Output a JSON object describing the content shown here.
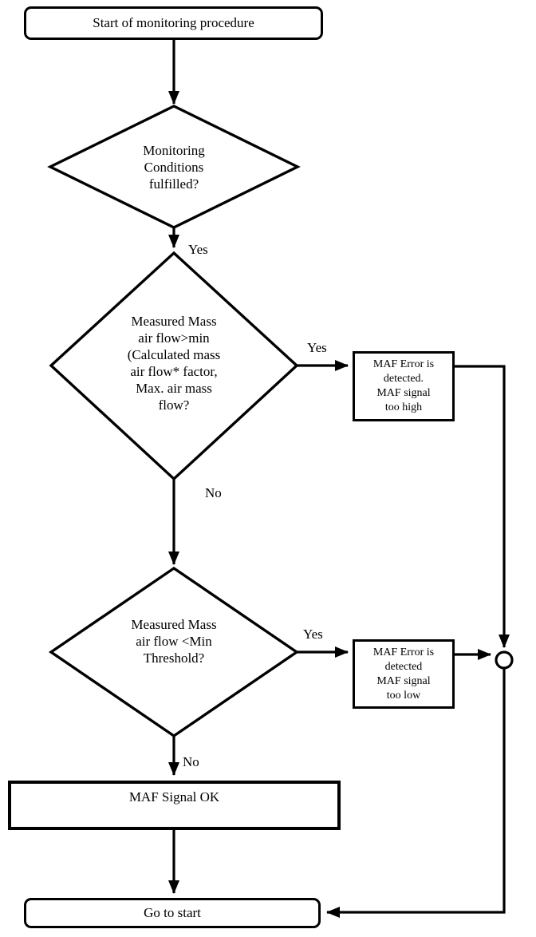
{
  "flowchart": {
    "colors": {
      "line": "#000000",
      "background": "#ffffff",
      "text": "#000000"
    },
    "nodes": {
      "start": {
        "type": "terminator",
        "label": "Start of monitoring procedure"
      },
      "decision_conditions": {
        "type": "decision",
        "label": "Monitoring\nConditions\nfulfilled?"
      },
      "decision_flow_high": {
        "type": "decision",
        "label": "Measured Mass\nair flow>min\n(Calculated mass\nair flow* factor,\nMax. air mass\nflow?"
      },
      "error_high": {
        "type": "process",
        "label": "MAF Error is\ndetected.\nMAF signal\ntoo high"
      },
      "decision_flow_low": {
        "type": "decision",
        "label": "Measured Mass\nair flow <Min\nThreshold?"
      },
      "error_low": {
        "type": "process",
        "label": "MAF Error is\ndetected\nMAF signal\ntoo low"
      },
      "signal_ok": {
        "type": "process",
        "label": "MAF Signal OK"
      },
      "goto_start": {
        "type": "terminator",
        "label": "Go to start"
      }
    },
    "edge_labels": {
      "decision1_yes": "Yes",
      "decision2_yes": "Yes",
      "decision2_no": "No",
      "decision3_yes": "Yes",
      "decision3_no": "No"
    }
  }
}
